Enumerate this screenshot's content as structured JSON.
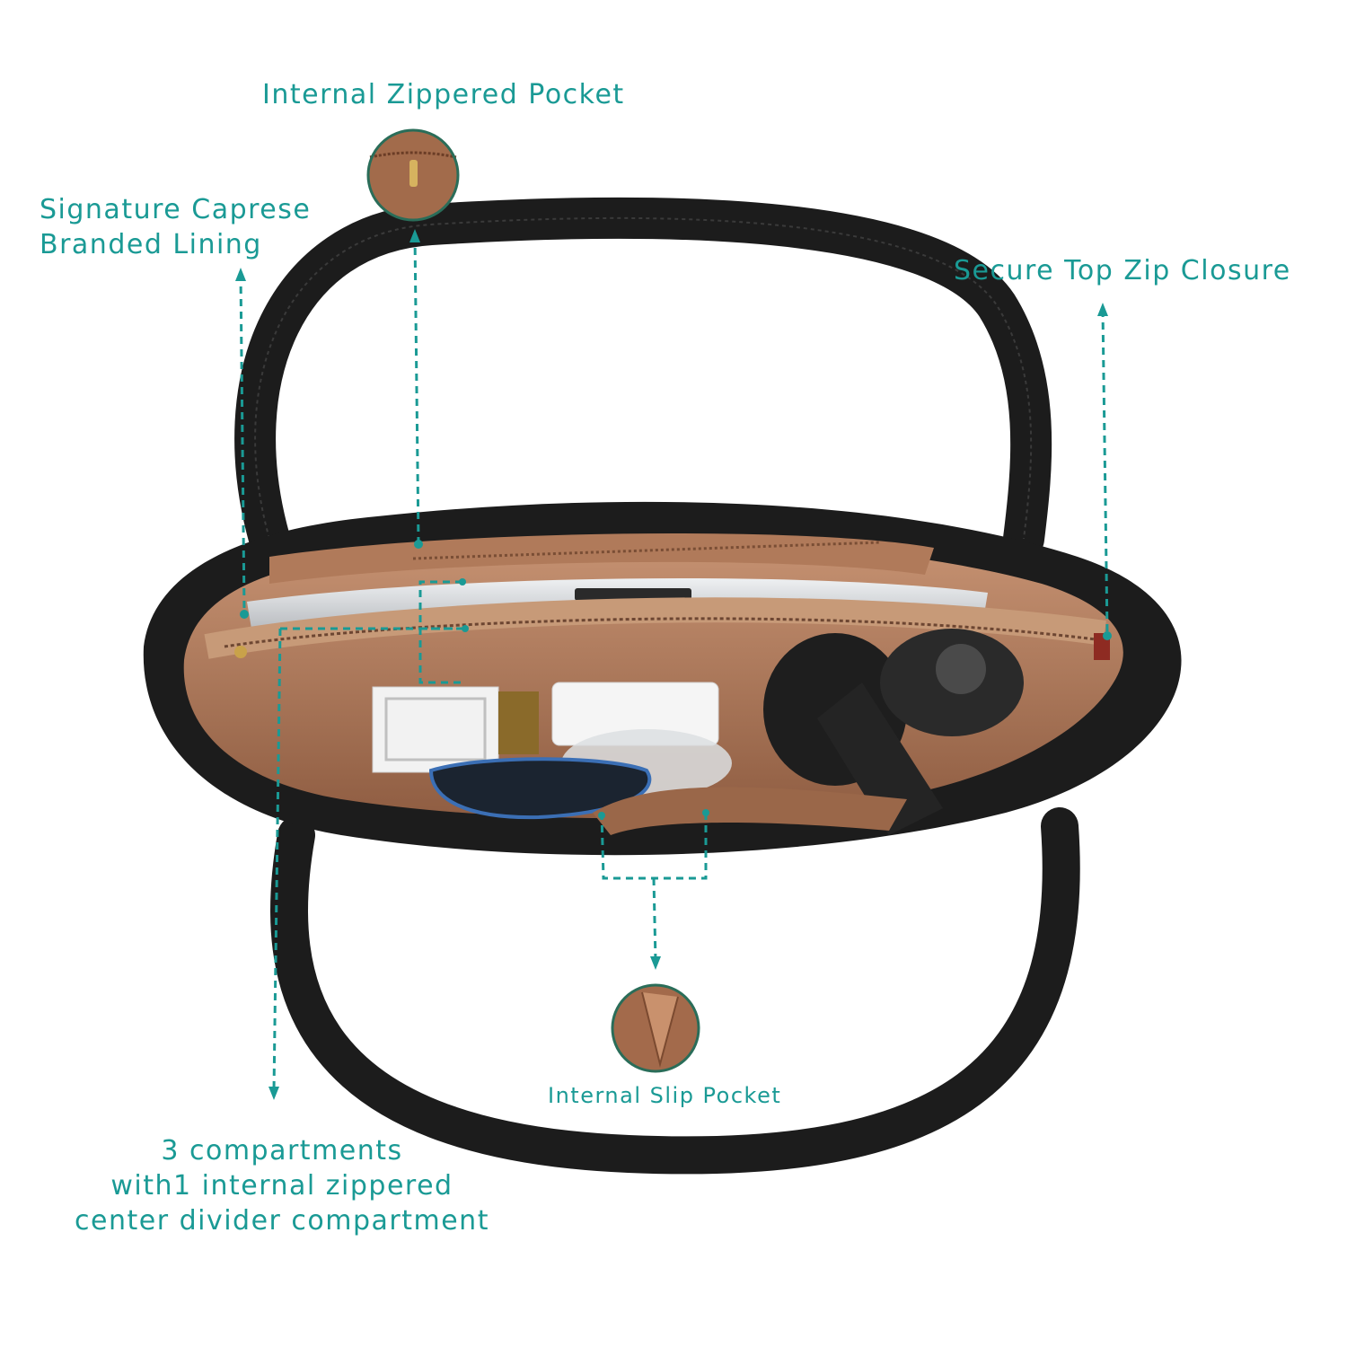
{
  "callouts": {
    "zippered_pocket": {
      "label": "Internal Zippered Pocket"
    },
    "lining": {
      "line1": "Signature Caprese",
      "line2": "Branded Lining"
    },
    "top_zip": {
      "label": "Secure Top Zip Closure"
    },
    "slip_pocket": {
      "label": "Internal Slip Pocket"
    },
    "compartments": {
      "line1": "3 compartments",
      "line2": "with1 internal zippered",
      "line3": "center divider compartment"
    }
  },
  "colors": {
    "accent": "#1a9a95",
    "bag_black": "#1c1c1c",
    "lining_tan": "#b98463"
  }
}
